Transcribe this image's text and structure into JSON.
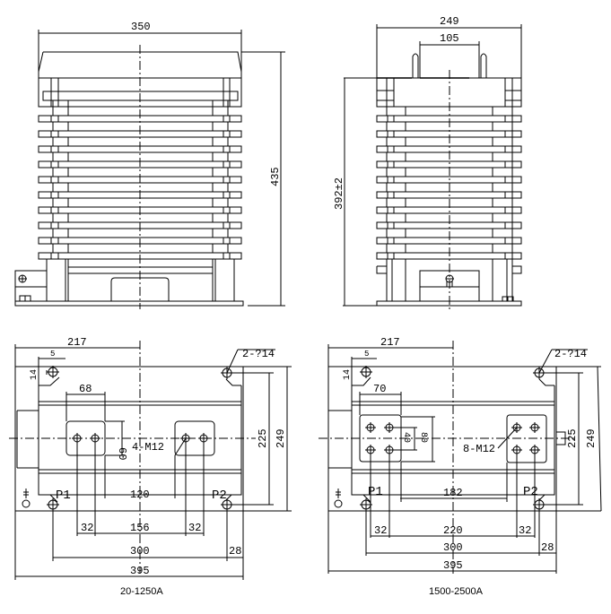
{
  "front_view": {
    "width_dim": "350",
    "height_dim": "435"
  },
  "side_view": {
    "width_dim": "249",
    "top_dim": "105",
    "height_dim": "392±2"
  },
  "plan_left": {
    "dim_217": "217",
    "dim_5": "5",
    "dim_14": "14",
    "dim_68": "68",
    "dim_60": "60",
    "bolt_label": "4-M12",
    "hole_label": "2-?14",
    "p1": "P1",
    "p2": "P2",
    "dim_120": "120",
    "dim_32a": "32",
    "dim_156": "156",
    "dim_32b": "32",
    "dim_300": "300",
    "dim_28": "28",
    "dim_395": "395",
    "dim_225": "225",
    "dim_249": "249",
    "caption": "20-1250A"
  },
  "plan_right": {
    "dim_217": "217",
    "dim_5": "5",
    "dim_14": "14",
    "dim_70": "70",
    "dim_40": "40",
    "dim_80": "80",
    "bolt_label": "8-M12",
    "hole_label": "2-?14",
    "p1": "P1",
    "p2": "P2",
    "dim_182": "182",
    "dim_32a": "32",
    "dim_220": "220",
    "dim_32b": "32",
    "dim_300": "300",
    "dim_28": "28",
    "dim_395": "395",
    "dim_225": "225",
    "dim_249": "249",
    "caption": "1500-2500A"
  }
}
